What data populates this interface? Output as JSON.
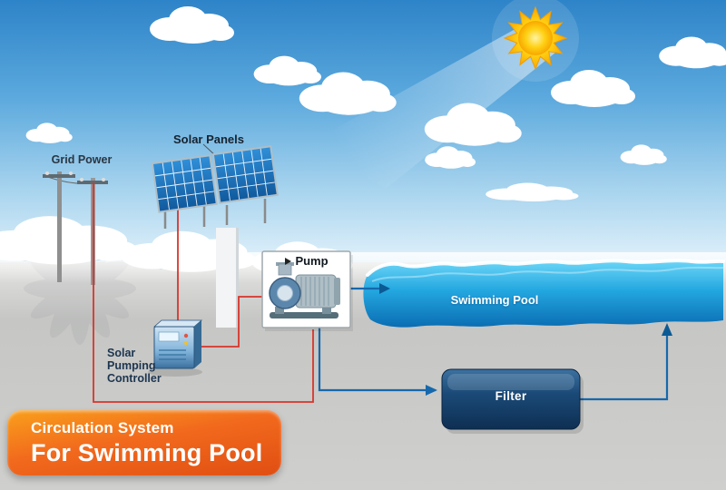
{
  "banner": {
    "line1": "Circulation System",
    "line2": "For Swimming Pool"
  },
  "labels": {
    "grid_power": "Grid Power",
    "solar_panels": "Solar Panels",
    "pump": "Pump",
    "swimming_pool": "Swimming Pool",
    "controller": [
      "Solar",
      "Pumping",
      "Controller"
    ],
    "filter": "Filter"
  },
  "icons": {
    "pump_pointer": ""
  },
  "colors": {
    "sky_top": "#2e84c8",
    "sky_bottom": "#e8f5fc",
    "ground": "#c9c9c7",
    "sun_yellow": "#ffd114",
    "panel_blue": "#115a9e",
    "pool_light": "#6cd6f7",
    "pool_dark": "#0a6db3",
    "filter_dark": "#0e2f52",
    "banner_orange": "#f26a1d",
    "wire_red": "#d7352b",
    "pipe_blue": "#1668ad"
  }
}
